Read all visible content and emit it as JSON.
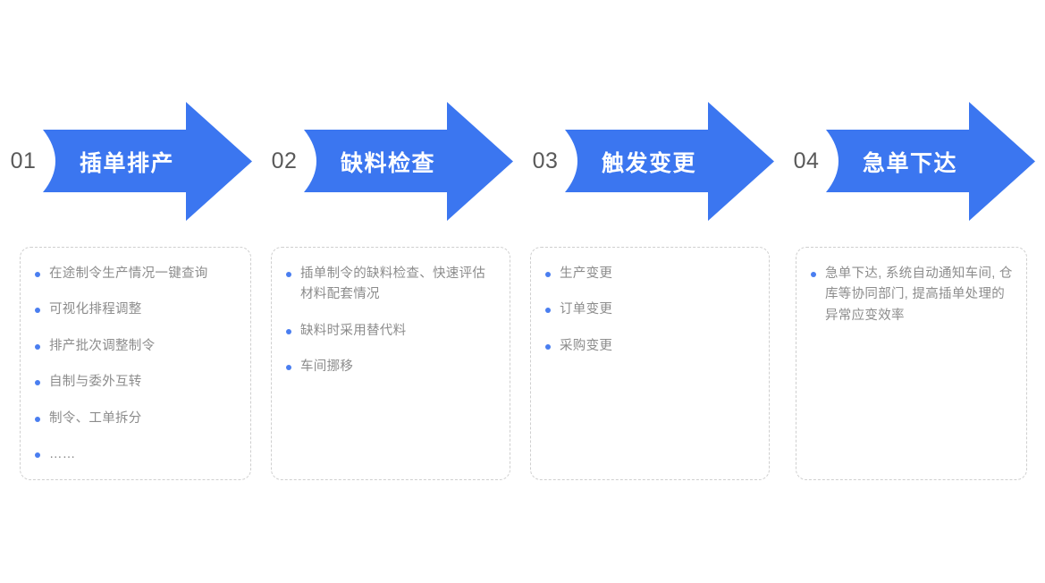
{
  "theme": {
    "arrow_blue": "#3b76f0",
    "number_gray": "#595959",
    "text_gray": "#8c8c8c",
    "bullet_blue": "#4a7ef0",
    "card_border": "#cfcfcf",
    "background": "#ffffff"
  },
  "steps": [
    {
      "number": "01",
      "title": "插单排产",
      "items": [
        "在途制令生产情况一键查询",
        "可视化排程调整",
        "排产批次调整制令",
        "自制与委外互转",
        "制令、工单拆分",
        "……"
      ]
    },
    {
      "number": "02",
      "title": "缺料检查",
      "items": [
        "插单制令的缺料检查、快速评估材料配套情况",
        "缺料时采用替代料",
        "车间挪移"
      ]
    },
    {
      "number": "03",
      "title": "触发变更",
      "items": [
        "生产变更",
        "订单变更",
        "采购变更"
      ]
    },
    {
      "number": "04",
      "title": "急单下达",
      "items": [
        "急单下达, 系统自动通知车间, 仓库等协同部门, 提高插单处理的异常应变效率"
      ]
    }
  ]
}
